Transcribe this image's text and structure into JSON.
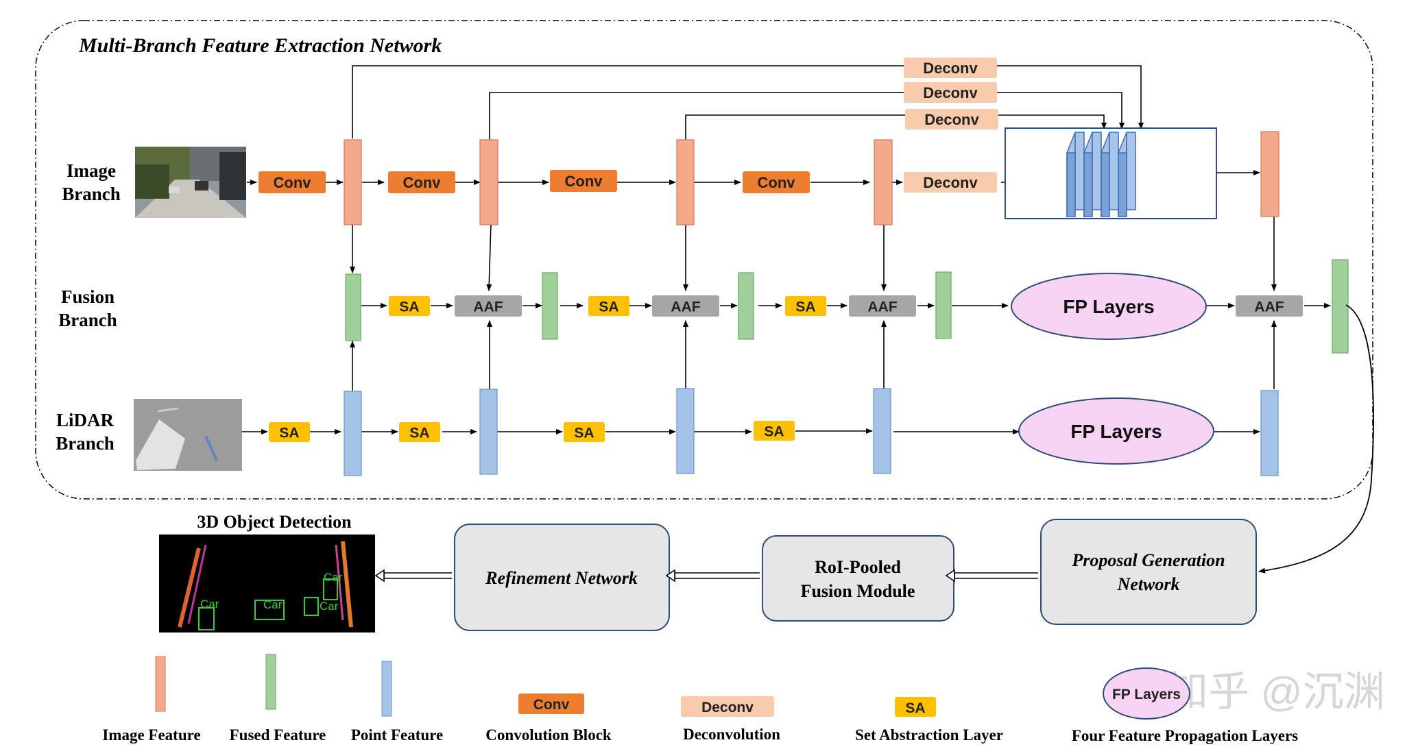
{
  "network_title": "Multi-Branch Feature Extraction Network",
  "branches": {
    "image": [
      "Image",
      "Branch"
    ],
    "fusion": [
      "Fusion",
      "Branch"
    ],
    "lidar": [
      "LiDAR",
      "Branch"
    ]
  },
  "blocks": {
    "conv": "Conv",
    "deconv": "Deconv",
    "sa": "SA",
    "aaf": "AAF",
    "fp": "FP Layers"
  },
  "pipeline": {
    "detection_title": "3D Object Detection",
    "refinement": "Refinement Network",
    "roi": [
      "RoI-Pooled",
      "Fusion Module"
    ],
    "proposal": [
      "Proposal Generation",
      "Network"
    ],
    "car_label": "Car"
  },
  "legend": {
    "image_feature": "Image Feature",
    "fused_feature": "Fused Feature",
    "point_feature": "Point Feature",
    "conv_block": "Convolution Block",
    "deconvolution": "Deconvolution",
    "sa_layer": "Set Abstraction Layer",
    "fp_layers": "Four Feature Propagation Layers"
  },
  "watermark": "知乎 @沉渊",
  "colors": {
    "image_feature": "#f4a98a",
    "fused_feature": "#9fd09a",
    "point_feature": "#a5c3e8",
    "conv": "#ed7d31",
    "deconv": "#f8cbad",
    "sa": "#ffc000",
    "aaf": "#a6a6a6",
    "fp": "#f8d4f4",
    "module": "#e7e6e6"
  }
}
